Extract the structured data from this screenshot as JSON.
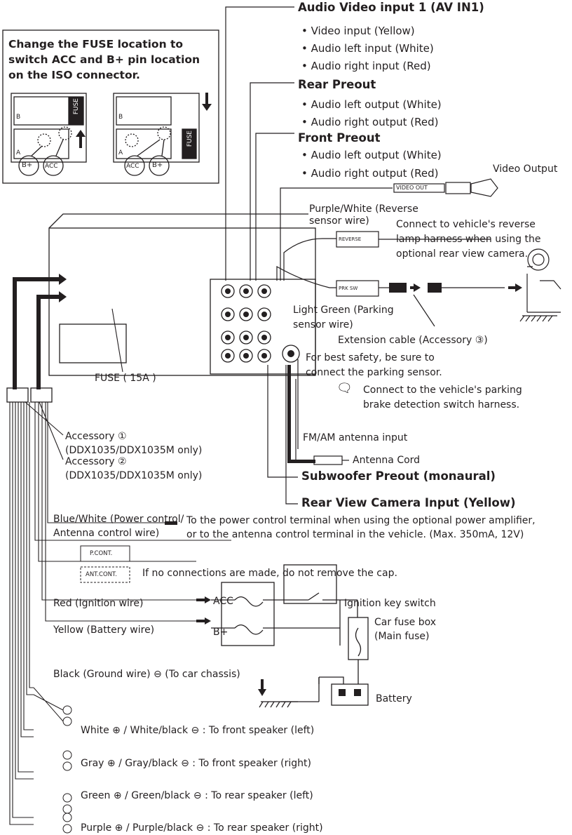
{
  "fuse_panel": {
    "title": "Change the FUSE location to switch ACC and B+ pin location on the ISO connector.",
    "fuse_label": "FUSE",
    "pin_b_plus": "B+",
    "pin_acc": "ACC",
    "row_label_a": "A",
    "row_label_b": "B"
  },
  "av_in1": {
    "title": "Audio Video input 1 (AV IN1)",
    "items": [
      "Video input (Yellow)",
      "Audio left input (White)",
      "Audio right input (Red)"
    ]
  },
  "rear_preout": {
    "title": "Rear Preout",
    "items": [
      "Audio left output (White)",
      "Audio right output (Red)"
    ]
  },
  "front_preout": {
    "title": "Front Preout",
    "items": [
      "Audio left output (White)",
      "Audio right output (Red)"
    ]
  },
  "video_output": "Video Output",
  "video_out_tag": "VIDEO OUT",
  "reverse_wire": "Purple/White (Reverse\nsensor wire)",
  "reverse_tag": "REVERSE",
  "reverse_note": "Connect to vehicle's reverse\nlamp harness when using the\noptional rear view camera.",
  "parking_wire": "Light Green (Parking\nsensor wire)",
  "park_tag": "PRK SW",
  "extension_cable": "Extension cable (Accessory ③)",
  "safety_note": "For best safety, be sure to\nconnect the parking sensor.",
  "parking_brake_note": "Connect to the vehicle's parking\nbrake detection switch harness.",
  "fuse_15a": "FUSE ( 15A )",
  "accessory1": "Accessory ①\n(DDX1035/DDX1035M only)",
  "accessory2": "Accessory ②\n(DDX1035/DDX1035M only)",
  "fm_am": "FM/AM antenna input",
  "antenna_cord": "Antenna Cord",
  "subwoofer": "Subwoofer Preout (monaural)",
  "rear_camera": "Rear View Camera Input (Yellow)",
  "blue_white": "Blue/White (Power control/\nAntenna control wire)",
  "power_control_note": "To the power control terminal when using the optional power amplifier,\nor to the antenna control terminal in the vehicle. (Max. 350mA, 12V)",
  "pcont_tag": "P.CONT.",
  "antcont_tag": "ANT.CONT.",
  "cap_note": "If no connections are made, do not remove the cap.",
  "red_wire": "Red (Ignition wire)",
  "yellow_wire": "Yellow (Battery wire)",
  "acc_label": "ACC",
  "bplus_label": "B+",
  "ignition": "Ignition key switch",
  "car_fuse": "Car fuse box\n(Main fuse)",
  "black_wire": "Black (Ground wire) ⊖ (To car chassis)",
  "battery": "Battery",
  "speakers": [
    "White ⊕ / White/black ⊖ : To front speaker (left)",
    "Gray ⊕ / Gray/black ⊖ : To front speaker (right)",
    "Green ⊕ / Green/black ⊖ : To rear speaker (left)",
    "Purple ⊕ / Purple/black ⊖ : To rear speaker (right)"
  ]
}
